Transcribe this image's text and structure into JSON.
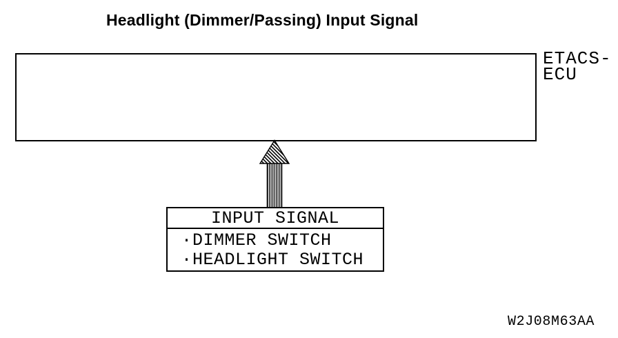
{
  "title": "Headlight (Dimmer/Passing) Input Signal",
  "ecu": {
    "label_line1": "ETACS-",
    "label_line2": "ECU"
  },
  "arrow": {
    "direction": "up",
    "from": "input-signal-box",
    "to": "etacs-ecu-box"
  },
  "input_box": {
    "header": "INPUT SIGNAL",
    "bullet": "·",
    "items": [
      "DIMMER SWITCH",
      "HEADLIGHT SWITCH"
    ]
  },
  "figure_code": "W2J08M63AA",
  "colors": {
    "ink": "#000000",
    "background": "#ffffff"
  }
}
